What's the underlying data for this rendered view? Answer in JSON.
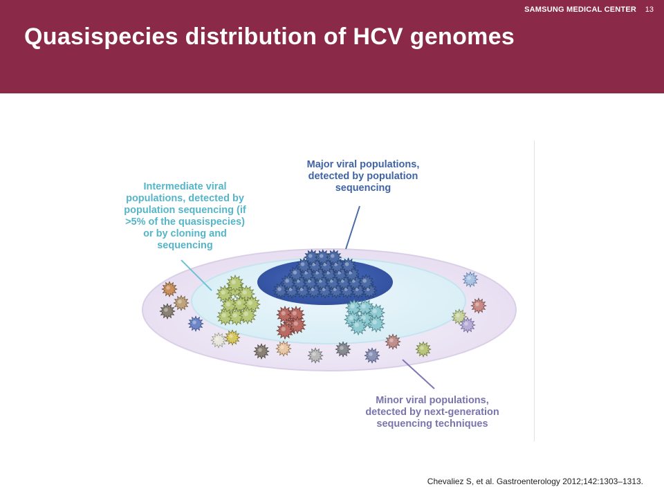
{
  "header": {
    "brand": "SAMSUNG MEDICAL CENTER",
    "page_number": "13",
    "title": "Quasispecies distribution of HCV genomes"
  },
  "diagram": {
    "labels": {
      "intermediate": "Intermediate viral\npopulations, detected by\npopulation sequencing (if\n>5% of the quasispecies)\nor by cloning and\nsequencing",
      "major": "Major viral populations,\ndetected by population\nsequencing",
      "minor": "Minor viral populations,\ndetected by next-generation\nsequencing techniques"
    }
  },
  "citation": "Chevaliez  S, et al. Gastroenterology  2012;142:1303–1313.",
  "colors": {
    "header_bg": "#8b2a48",
    "major_label": "#3f63a5",
    "intermediate_label": "#55b5c8",
    "minor_label": "#7a74ad",
    "major_cluster": "#3d5a96",
    "inner_disc": "#3f5fb0"
  },
  "icons": {
    "virus": "virus-particle-icon"
  }
}
